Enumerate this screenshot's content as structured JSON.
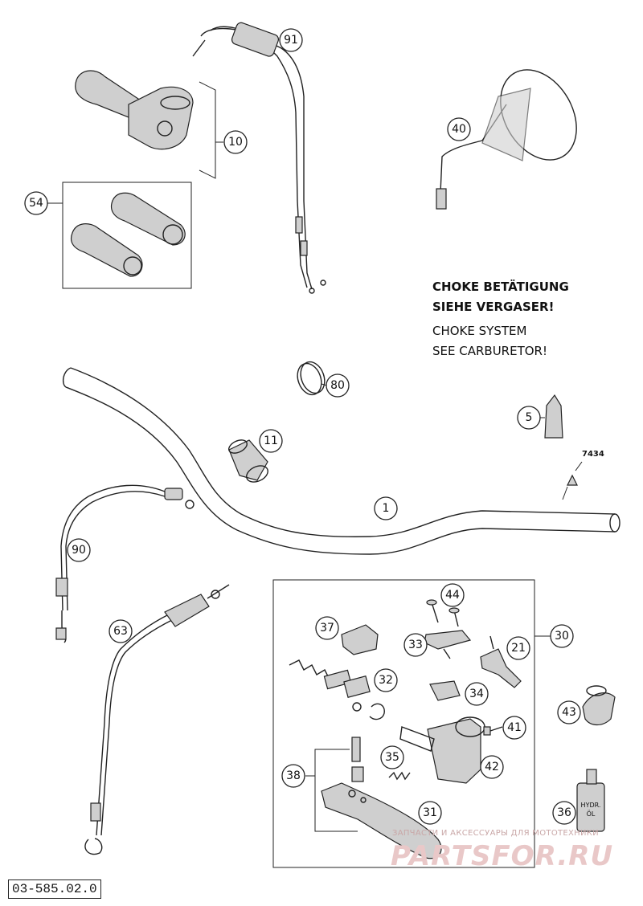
{
  "choke_note": {
    "line1_de": "CHOKE BETÄTIGUNG",
    "line2_de": "SIEHE VERGASER!",
    "line1_en": "CHOKE SYSTEM",
    "line2_en": "SEE CARBURETOR!"
  },
  "document_number": "03-585.02.0",
  "part_code": "7434",
  "callouts": [
    {
      "id": "c91",
      "label": "91"
    },
    {
      "id": "c10",
      "label": "10"
    },
    {
      "id": "c40",
      "label": "40"
    },
    {
      "id": "c54",
      "label": "54"
    },
    {
      "id": "c80",
      "label": "80"
    },
    {
      "id": "c5",
      "label": "5"
    },
    {
      "id": "c11",
      "label": "11"
    },
    {
      "id": "c1",
      "label": "1"
    },
    {
      "id": "c90",
      "label": "90"
    },
    {
      "id": "c63",
      "label": "63"
    },
    {
      "id": "c44",
      "label": "44"
    },
    {
      "id": "c37",
      "label": "37"
    },
    {
      "id": "c33",
      "label": "33"
    },
    {
      "id": "c21",
      "label": "21"
    },
    {
      "id": "c30",
      "label": "30"
    },
    {
      "id": "c32",
      "label": "32"
    },
    {
      "id": "c34",
      "label": "34"
    },
    {
      "id": "c43",
      "label": "43"
    },
    {
      "id": "c41",
      "label": "41"
    },
    {
      "id": "c35",
      "label": "35"
    },
    {
      "id": "c42",
      "label": "42"
    },
    {
      "id": "c38",
      "label": "38"
    },
    {
      "id": "c31",
      "label": "31"
    },
    {
      "id": "c36",
      "label": "36"
    }
  ],
  "watermark": {
    "subtitle": "ЗАПЧАСТИ И АКСЕССУАРЫ ДЛЯ МОТОТЕХНИКИ",
    "logo": "PARTSFOR.RU"
  },
  "colors": {
    "line": "#222222",
    "watermark": "#e9c8c8"
  }
}
